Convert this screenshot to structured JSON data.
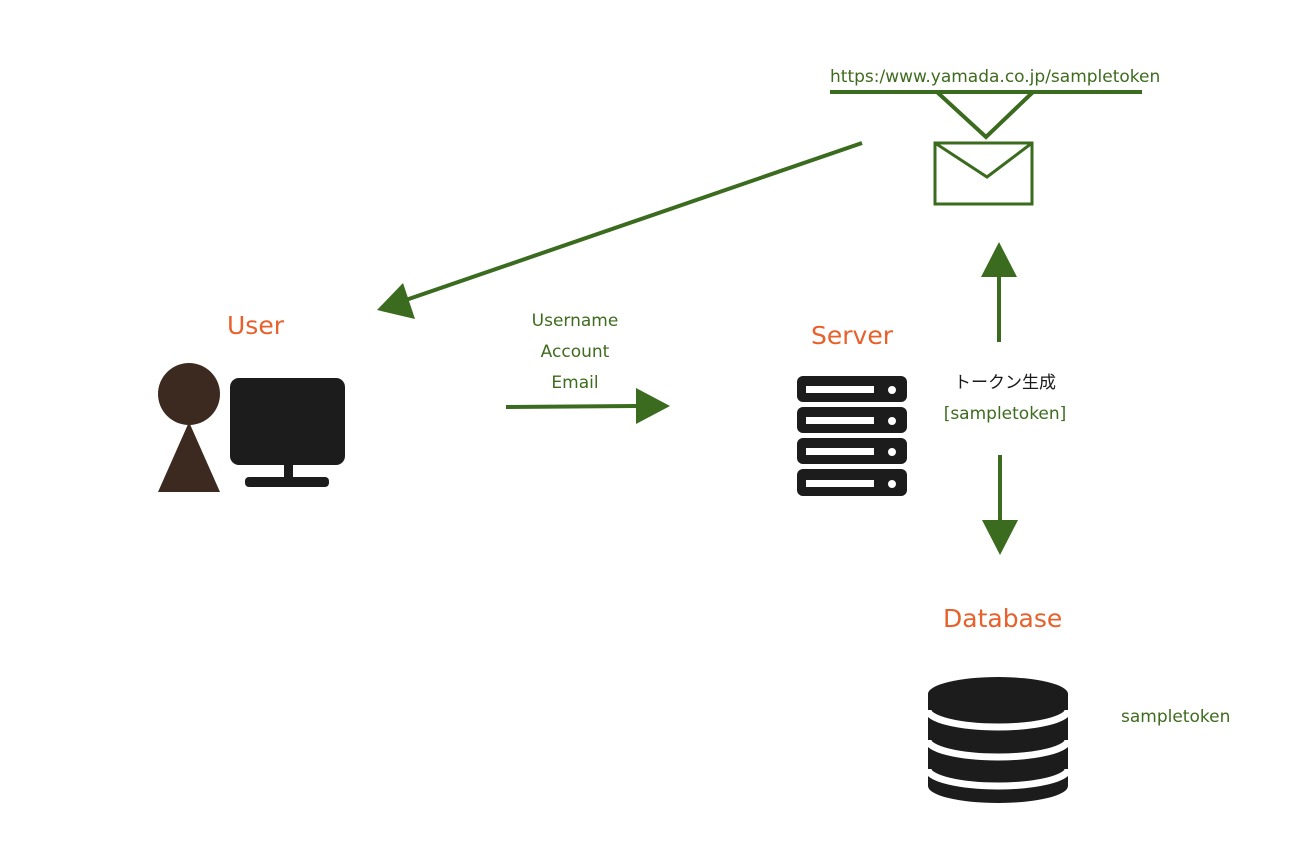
{
  "colors": {
    "arrow": "#3a6b1f",
    "title": "#e8602c",
    "note": "#3e6b1e",
    "icon_dark": "#1c1c1c",
    "person": "#3c2a20"
  },
  "nodes": {
    "user": {
      "title": "User",
      "icon": "person-computer-icon"
    },
    "server": {
      "title": "Server",
      "icon": "server-rack-icon"
    },
    "database": {
      "title": "Database",
      "icon": "database-icon"
    },
    "mail": {
      "icon": "envelope-icon",
      "url": "https:/www.yamada.co.jp/sampletoken"
    }
  },
  "edges": {
    "user_to_server": {
      "lines": [
        "Username",
        "Account",
        "Email"
      ]
    },
    "server_token": {
      "lines": [
        "トークン生成",
        "[sampletoken]"
      ]
    },
    "database_value": "sampletoken"
  }
}
